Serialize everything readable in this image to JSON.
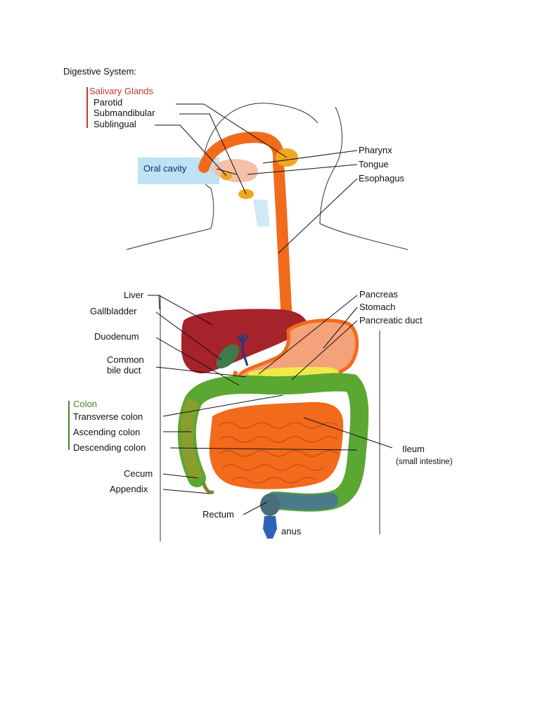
{
  "page": {
    "heading": "Digestive System:"
  },
  "diagram": {
    "groups": {
      "salivary": {
        "title": "Salivary Glands",
        "items": [
          "Parotid",
          "Submandibular",
          "Sublingual"
        ]
      },
      "colon": {
        "title": "Colon",
        "items": [
          "Transverse colon",
          "Ascending colon",
          "Descending colon"
        ]
      }
    },
    "labels": {
      "oral_cavity": "Oral cavity",
      "pharynx": "Pharynx",
      "tongue": "Tongue",
      "esophagus": "Esophagus",
      "liver": "Liver",
      "gallbladder": "Gallbladder",
      "duodenum": "Duodenum",
      "common_bile_duct_1": "Common",
      "common_bile_duct_2": "bile duct",
      "pancreas": "Pancreas",
      "stomach": "Stomach",
      "pancreatic_duct": "Pancreatic duct",
      "ileum": "Ileum",
      "ileum_sub": "(small intestine)",
      "cecum": "Cecum",
      "appendix": "Appendix",
      "rectum": "Rectum",
      "anus": "anus"
    },
    "colors": {
      "salivary_title": "#c0392b",
      "oral_cavity_box": "#bde3f5",
      "oral_cavity_text": "#1a2a6c",
      "colon_title": "#3f8a2b",
      "esophagus": "#f26a1b",
      "liver": "#a7232b",
      "stomach": "#f4a27a",
      "colon": "#5aa832",
      "small_intestine": "#f26a1b",
      "pancreas": "#f1e84a",
      "glands": "#f0a81d",
      "rectum": "#4a7a8c",
      "anus": "#2e63b8"
    }
  }
}
